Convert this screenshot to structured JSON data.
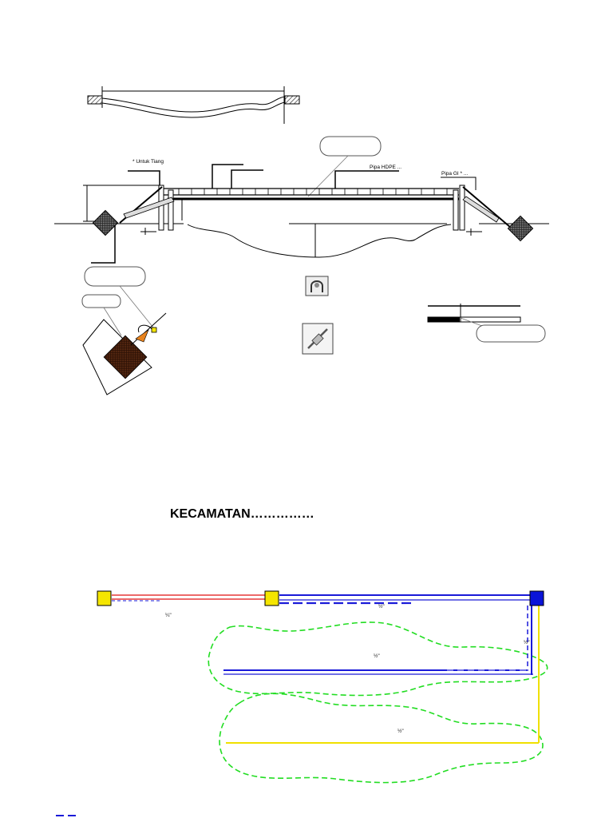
{
  "bridge_section": {
    "labels": {
      "untuk_tiang": "* Untuk Tiang",
      "pipa_hdpe": "Pipa HDPE ...",
      "pipa_gi": "Pipa GI * ..."
    }
  },
  "map_section": {
    "title": "KECAMATAN……………",
    "pipe_labels": {
      "red_segment": "¼\"",
      "top_blue": "½\"",
      "right_vertical": "½\"",
      "mid_blue": "½\"",
      "yellow_bottom": "½\""
    }
  },
  "colors": {
    "node_yellow": "#f5e600",
    "node_blue": "#0a14d8",
    "pipe_blue": "#1a1ad8",
    "pipe_red": "#e01010",
    "pipe_yellow": "#f0e000",
    "boundary_green": "#22dd22",
    "anchor_brown": "#5a2a12"
  }
}
